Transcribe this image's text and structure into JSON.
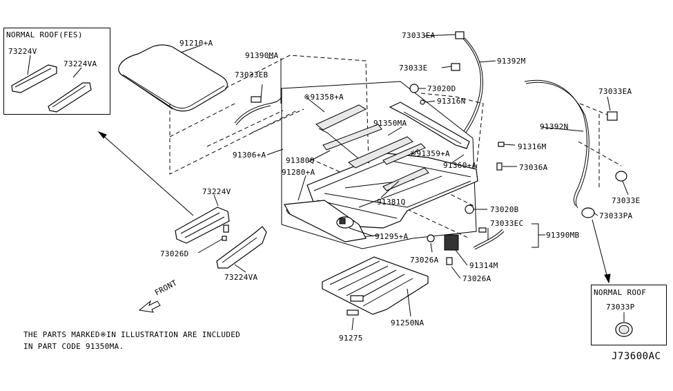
{
  "insets": {
    "normal_roof_fes": {
      "title": "NORMAL ROOF(FES)",
      "part_a": "73224V",
      "part_b": "73224VA"
    },
    "normal_roof": {
      "title": "NORMAL ROOF",
      "part": "73033P"
    }
  },
  "labels": {
    "p91210A": "91210+A",
    "p91390MA": "91390MA",
    "p73033EB": "73033EB",
    "p91358A": "※91358+A",
    "p91350MA": "91350MA",
    "p91306A": "91306+A",
    "p91380Q": "91380Q",
    "p91280A": "91280+A",
    "p91359A": "※91359+A",
    "p91360A": "91360+A",
    "p91381Q": "91381Q",
    "p91295A": "91295+A",
    "p73033EA_top": "73033EA",
    "p73033E_top": "73033E",
    "p73020D": "73020D",
    "p91316N": "91316N",
    "p91392M": "91392M",
    "p73033EA_right": "73033EA",
    "p91392N": "91392N",
    "p91316M": "91316M",
    "p73036A": "73036A",
    "p73033E_right": "73033E",
    "p73033PA": "73033PA",
    "p73020B": "73020B",
    "p73033EC": "73033EC",
    "p91390MB": "91390MB",
    "p73026A_a": "73026A",
    "p91314M": "91314M",
    "p73026A_b": "73026A",
    "p73224V": "73224V",
    "p73026D": "73026D",
    "p73224VA": "73224VA",
    "p91250NA": "91250NA",
    "p91275": "91275"
  },
  "front_label": "FRONT",
  "note_line1": "THE PARTS MARKED※IN ILLUSTRATION ARE INCLUDED",
  "note_line2": "IN PART CODE 91350MA.",
  "diagram_code": "J73600AC"
}
